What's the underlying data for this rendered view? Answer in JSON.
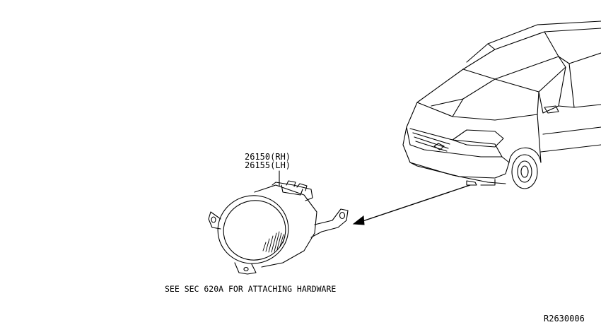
{
  "callout": {
    "part_number_rh": "26150(RH)",
    "part_number_lh": "26155(LH)"
  },
  "note": "SEE SEC 620A FOR ATTACHING HARDWARE",
  "diagram_id": "R2630006",
  "colors": {
    "ink": "#000000",
    "background": "#ffffff"
  }
}
